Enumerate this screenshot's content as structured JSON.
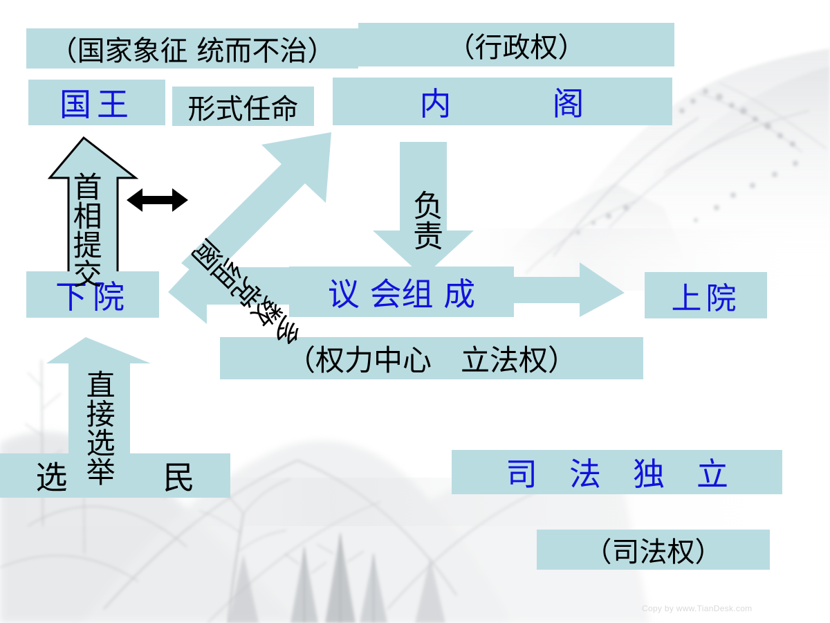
{
  "slide": {
    "title_note": "British constitutional monarchy power structure diagram",
    "background": "faint Chinese ink-wash mountain landscape",
    "accent_color": "#b9dce1",
    "heading_text_color": "#1111dd",
    "body_text_color": "#000000"
  },
  "boxes": {
    "state_symbol_note": "（国家象征 统而不治）",
    "executive_power_note": "（行政权）",
    "king": "国王",
    "formal_appointment": "形式任命",
    "cabinet": "内　　　阁",
    "house_of_commons": "下院",
    "parliament": "议 会组 成",
    "house_of_lords": "上院",
    "legislative_note": "（权力中心　立法权）",
    "voters": "选　　　民",
    "judicial_independence": "司　法　独　立",
    "judicial_power_note": "（司法权）"
  },
  "arrows": {
    "majority_party_forms_cabinet": "多数党组阁",
    "responsible_to": "负责",
    "pm_submits": "首相提交",
    "direct_election": "直接选举",
    "king_commons_link": "double-headed-arrow",
    "parliament_to_commons": "left-arrow",
    "parliament_to_lords": "right-arrow"
  },
  "watermark": "Copy by www.TianDesk.com"
}
